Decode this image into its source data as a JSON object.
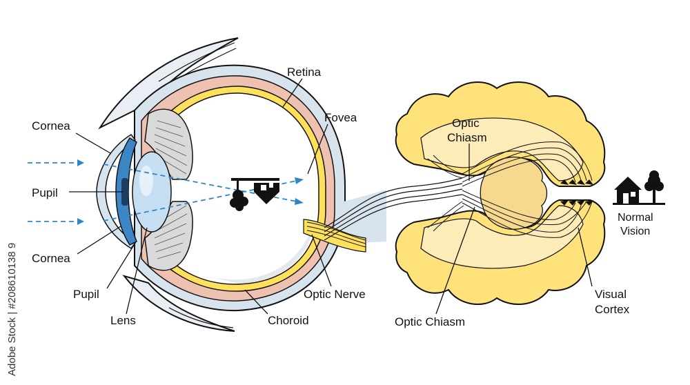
{
  "labels": {
    "retina": "Retina",
    "fovea": "Fovea",
    "cornea_top": "Cornea",
    "pupil_top": "Pupil",
    "cornea_bottom": "Cornea",
    "pupil_bottom": "Pupil",
    "lens": "Lens",
    "choroid": "Choroid",
    "optic_nerve": "Optic Nerve",
    "optic_chiasm_top_line1": "Optic",
    "optic_chiasm_top_line2": "Chiasm",
    "optic_chiasm_bottom": "Optic Chiasm",
    "visual_cortex_line1": "Visual",
    "visual_cortex_line2": "Cortex",
    "normal_vision_line1": "Normal",
    "normal_vision_line2": "Vision"
  },
  "watermark": "Adobe Stock | #208610138 9",
  "colors": {
    "sclera": "#d7e4ee",
    "choroid": "#efc1b1",
    "retina": "#ffe05a",
    "iris": "#3d86c6",
    "lens": "#c5def2",
    "brain_outer": "#ffe27a",
    "brain_inner": "#fdebb8",
    "ray": "#2e86c8"
  }
}
